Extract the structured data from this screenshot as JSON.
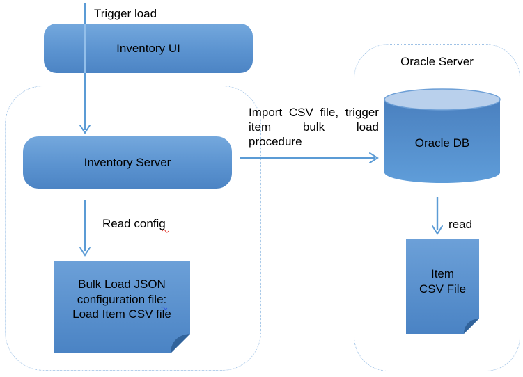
{
  "diagram": {
    "type": "architecture-flow",
    "background": "#FFFFFF",
    "colors": {
      "node_fill_top": "#74A8DD",
      "node_fill_bottom": "#4C84C4",
      "cylinder_top_fill": "#B9D0EC",
      "cylinder_rim": "#6D9FD6",
      "cylinder_body_top": "#4A80BF",
      "cylinder_body_bottom": "#5F9DD9",
      "note_fold": "#31639B",
      "arrow": "#5B9BD5",
      "arrow_over_shape": "#93BFEA",
      "group_border": "#9FC2E6",
      "text": "#000000",
      "spellcheck_red": "#E03C31",
      "grammar_blue": "#3355DD"
    },
    "groups": {
      "oracle_server_group": {
        "label": "Oracle Server",
        "border_style": "dotted"
      },
      "inventory_group": {
        "label": "",
        "border_style": "dotted"
      }
    },
    "nodes": {
      "inventory_ui": {
        "label": "Inventory UI",
        "shape": "rounded-rectangle"
      },
      "inventory_server": {
        "label": "Inventory Server",
        "shape": "rounded-rectangle"
      },
      "oracle_db": {
        "label": "Oracle DB",
        "shape": "cylinder"
      },
      "bulk_load_note": {
        "shape": "folded-note",
        "line1": "Bulk Load JSON",
        "line2": "configuration file:",
        "line3": "Load Item CSV file"
      },
      "item_csv_note": {
        "shape": "folded-note",
        "line1": "Item",
        "line2": "CSV File"
      }
    },
    "edges": {
      "trigger_load": {
        "label": "Trigger load",
        "from": "external",
        "to": "inventory_server"
      },
      "import_bulk_load": {
        "from": "inventory_server",
        "to": "oracle_db",
        "line1_words": [
          "Import",
          "CSV",
          "file,",
          "trigger"
        ],
        "line2_words": [
          "item",
          "bulk",
          "load"
        ],
        "line3": "procedure"
      },
      "read_config": {
        "label": "Read config",
        "from": "inventory_server",
        "to": "bulk_load_note"
      },
      "read": {
        "label": "read",
        "from": "oracle_db",
        "to": "item_csv_note"
      }
    }
  }
}
